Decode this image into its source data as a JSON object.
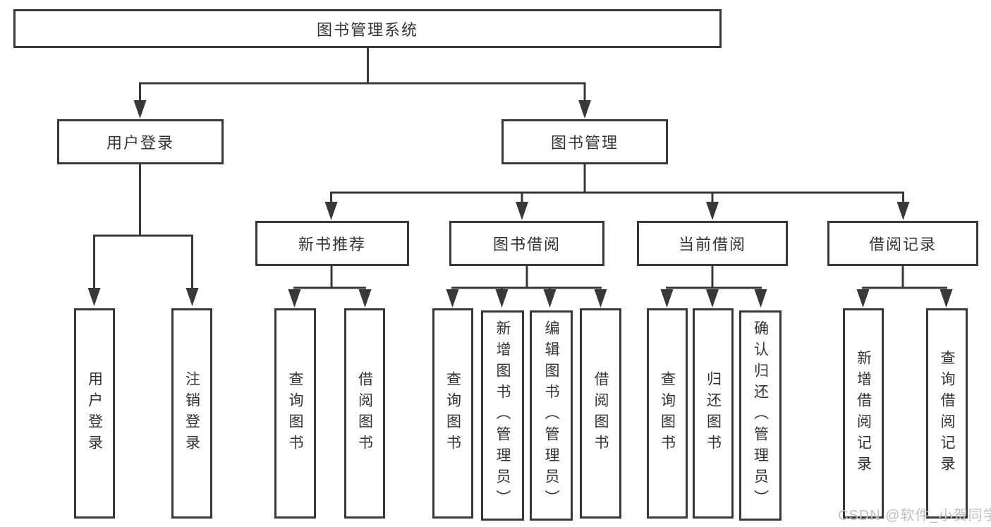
{
  "tree": {
    "root": {
      "label": "图书管理系统"
    },
    "branches": [
      {
        "label": "用户登录",
        "children": [
          {
            "label": "用户登录"
          },
          {
            "label": "注销登录"
          }
        ]
      },
      {
        "label": "图书管理",
        "groups": [
          {
            "label": "新书推荐",
            "children": [
              {
                "label": "查询图书"
              },
              {
                "label": "借阅图书"
              }
            ]
          },
          {
            "label": "图书借阅",
            "children": [
              {
                "label": "查询图书"
              },
              {
                "label": "新增图书（管理员）"
              },
              {
                "label": "编辑图书（管理员）"
              },
              {
                "label": "借阅图书"
              }
            ]
          },
          {
            "label": "当前借阅",
            "children": [
              {
                "label": "查询图书"
              },
              {
                "label": "归还图书"
              },
              {
                "label": "确认归还（管理员）"
              }
            ]
          },
          {
            "label": "借阅记录",
            "children": [
              {
                "label": "新增借阅记录"
              },
              {
                "label": "查询借阅记录"
              }
            ]
          }
        ]
      }
    ]
  },
  "watermark": "CSDN @软件_小贺同学",
  "colors": {
    "line": "#383838",
    "text": "#333333",
    "watermark": "#c0c0c0",
    "background": "#ffffff"
  }
}
